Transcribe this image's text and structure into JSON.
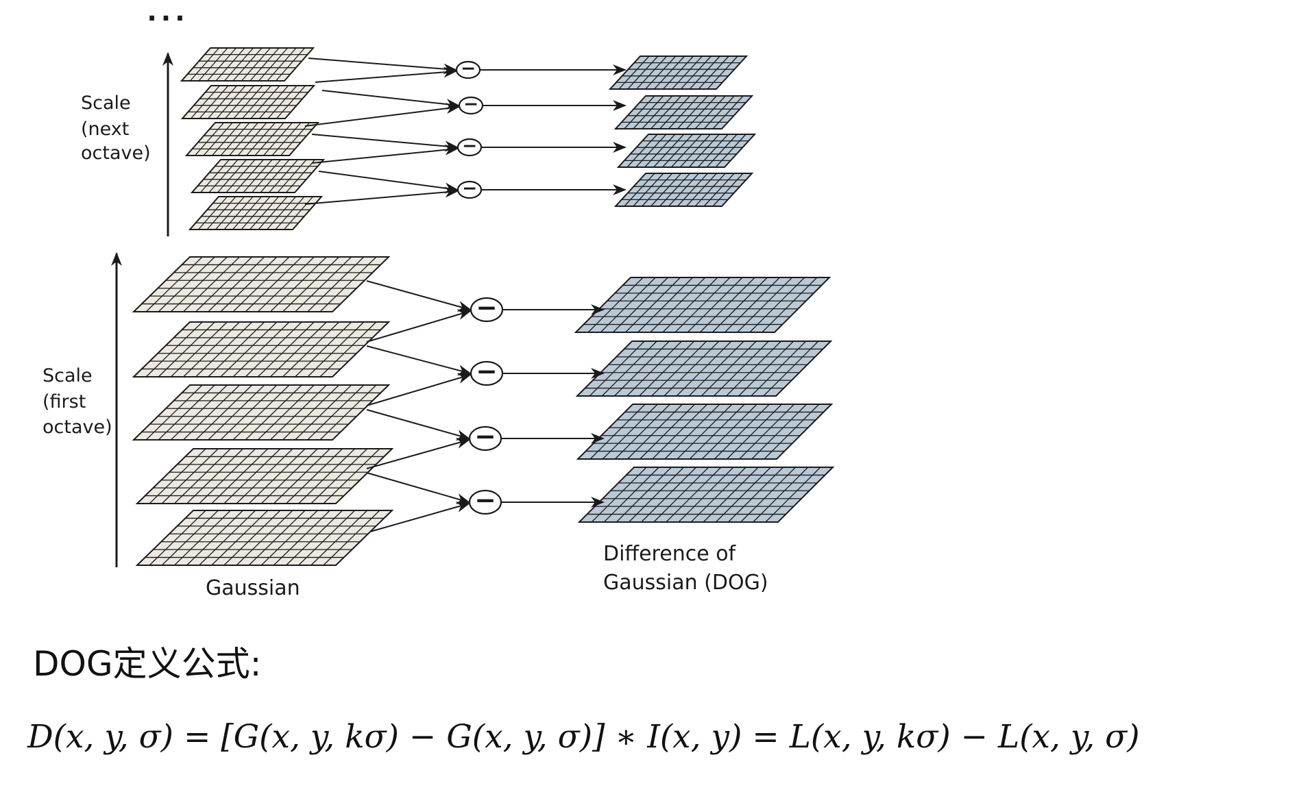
{
  "diagram": {
    "ellipsis": "...",
    "next_octave_label": [
      "Scale",
      "(next",
      "octave)"
    ],
    "first_octave_label": [
      "Scale",
      "(first",
      "octave)"
    ],
    "gaussian_label": "Gaussian",
    "dog_label": [
      "Difference of",
      "Gaussian (DOG)"
    ],
    "minus_symbol": "−",
    "colors": {
      "gaussian_fill": "#ece9e1",
      "dog_fill": "#b9c9d6",
      "line": "#1a1a1a"
    }
  },
  "section": {
    "title": "DOG定义公式:"
  },
  "formula": {
    "text": "D(x, y, σ) = [G(x, y, kσ) − G(x, y, σ)] ∗ I(x, y) = L(x, y, kσ) − L(x, y, σ)"
  }
}
